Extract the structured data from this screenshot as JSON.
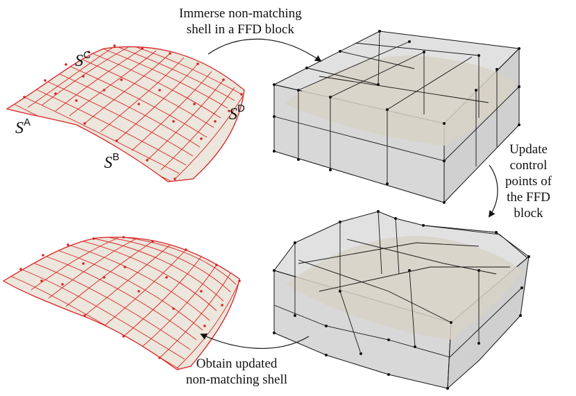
{
  "captions": {
    "immerse": [
      "Immerse non-matching",
      "shell in a FFD block"
    ],
    "update": [
      "Update",
      "control",
      "points of",
      "the FFD",
      "block"
    ],
    "obtain": [
      "Obtain updated",
      "non-matching shell"
    ]
  },
  "patch_labels": [
    {
      "symbol": "S",
      "sup": "A"
    },
    {
      "symbol": "S",
      "sup": "B"
    },
    {
      "symbol": "S",
      "sup": "C"
    },
    {
      "symbol": "S",
      "sup": "D"
    }
  ],
  "colors": {
    "mesh_red": "#d92222",
    "surface_fill": "#ece6dc",
    "block_fill": "#bdbdbd",
    "edge_black": "#111111",
    "shell_fill": "#d8d2c6"
  }
}
